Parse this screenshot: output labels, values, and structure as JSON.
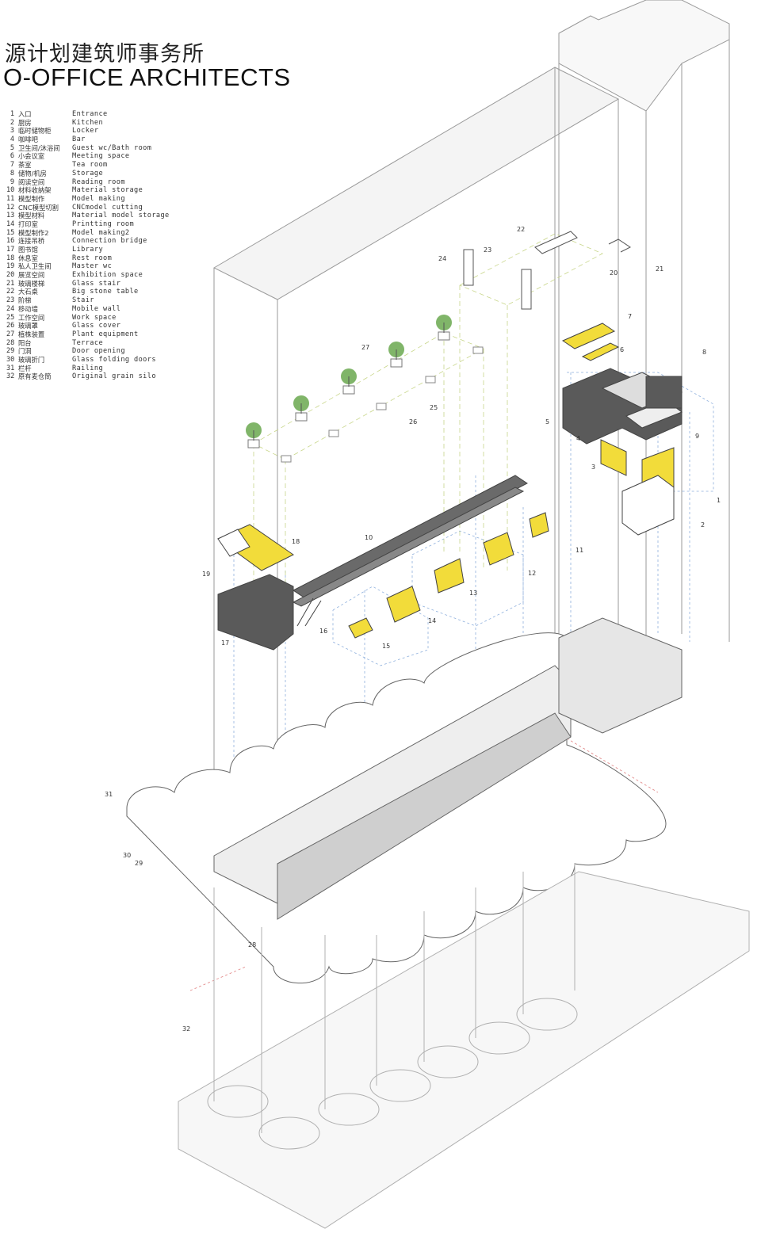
{
  "title_cn": "源计划建筑师事务所",
  "title_en": "O-OFFICE ARCHITECTS",
  "legend": [
    {
      "n": "1",
      "cn": "入口",
      "en": "Entrance"
    },
    {
      "n": "2",
      "cn": "厨房",
      "en": "Kitchen"
    },
    {
      "n": "3",
      "cn": "临时储物柜",
      "en": "Locker"
    },
    {
      "n": "4",
      "cn": "咖啡吧",
      "en": "Bar"
    },
    {
      "n": "5",
      "cn": "卫生间/沐浴间",
      "en": "Guest wc/Bath room"
    },
    {
      "n": "6",
      "cn": "小会议室",
      "en": "Meeting space"
    },
    {
      "n": "7",
      "cn": "茶室",
      "en": "Tea room"
    },
    {
      "n": "8",
      "cn": "储物/机房",
      "en": "Storage"
    },
    {
      "n": "9",
      "cn": "阅读空间",
      "en": "Reading room"
    },
    {
      "n": "10",
      "cn": "材料收纳架",
      "en": "Material storage"
    },
    {
      "n": "11",
      "cn": "模型制作",
      "en": "Model making"
    },
    {
      "n": "12",
      "cn": "CNC模型切割",
      "en": "CNCmodel cutting"
    },
    {
      "n": "13",
      "cn": "模型材料",
      "en": "Material model storage"
    },
    {
      "n": "14",
      "cn": "打印室",
      "en": "Printting room"
    },
    {
      "n": "15",
      "cn": "模型制作2",
      "en": "Model making2"
    },
    {
      "n": "16",
      "cn": "连接吊桥",
      "en": "Connection bridge"
    },
    {
      "n": "17",
      "cn": "图书馆",
      "en": "Library"
    },
    {
      "n": "18",
      "cn": "休息室",
      "en": "Rest room"
    },
    {
      "n": "19",
      "cn": "私人卫生间",
      "en": "Master wc"
    },
    {
      "n": "20",
      "cn": "展览空间",
      "en": "Exhibition space"
    },
    {
      "n": "21",
      "cn": "玻璃楼梯",
      "en": "Glass stair"
    },
    {
      "n": "22",
      "cn": "大石桌",
      "en": "Big stone table"
    },
    {
      "n": "23",
      "cn": "阶梯",
      "en": "Stair"
    },
    {
      "n": "24",
      "cn": "移动墙",
      "en": "Mobile wall"
    },
    {
      "n": "25",
      "cn": "工作空间",
      "en": "Work space"
    },
    {
      "n": "26",
      "cn": "玻璃罩",
      "en": "Glass cover"
    },
    {
      "n": "27",
      "cn": "植株装置",
      "en": "Plant equipment"
    },
    {
      "n": "28",
      "cn": "阳台",
      "en": "Terrace"
    },
    {
      "n": "29",
      "cn": "门洞",
      "en": "Door opening"
    },
    {
      "n": "30",
      "cn": "玻璃折门",
      "en": "Glass folding doors"
    },
    {
      "n": "31",
      "cn": "栏杆",
      "en": "Railing"
    },
    {
      "n": "32",
      "cn": "原有麦仓筒",
      "en": "Original grain silo"
    }
  ],
  "callouts": [
    "1",
    "2",
    "3",
    "4",
    "5",
    "6",
    "7",
    "8",
    "9",
    "10",
    "11",
    "12",
    "13",
    "14",
    "15",
    "16",
    "17",
    "18",
    "19",
    "20",
    "21",
    "22",
    "23",
    "24",
    "25",
    "26",
    "27",
    "28",
    "29",
    "30",
    "31",
    "32"
  ],
  "colors": {
    "outline": "#9a9a9a",
    "accent_yellow": "#f2dc3a",
    "dark_furniture": "#5a5a5a",
    "guide_red": "#e08080",
    "guide_blue": "#8fb0dd",
    "guide_green": "#c8d68a",
    "plant_green": "#6aa84f"
  }
}
